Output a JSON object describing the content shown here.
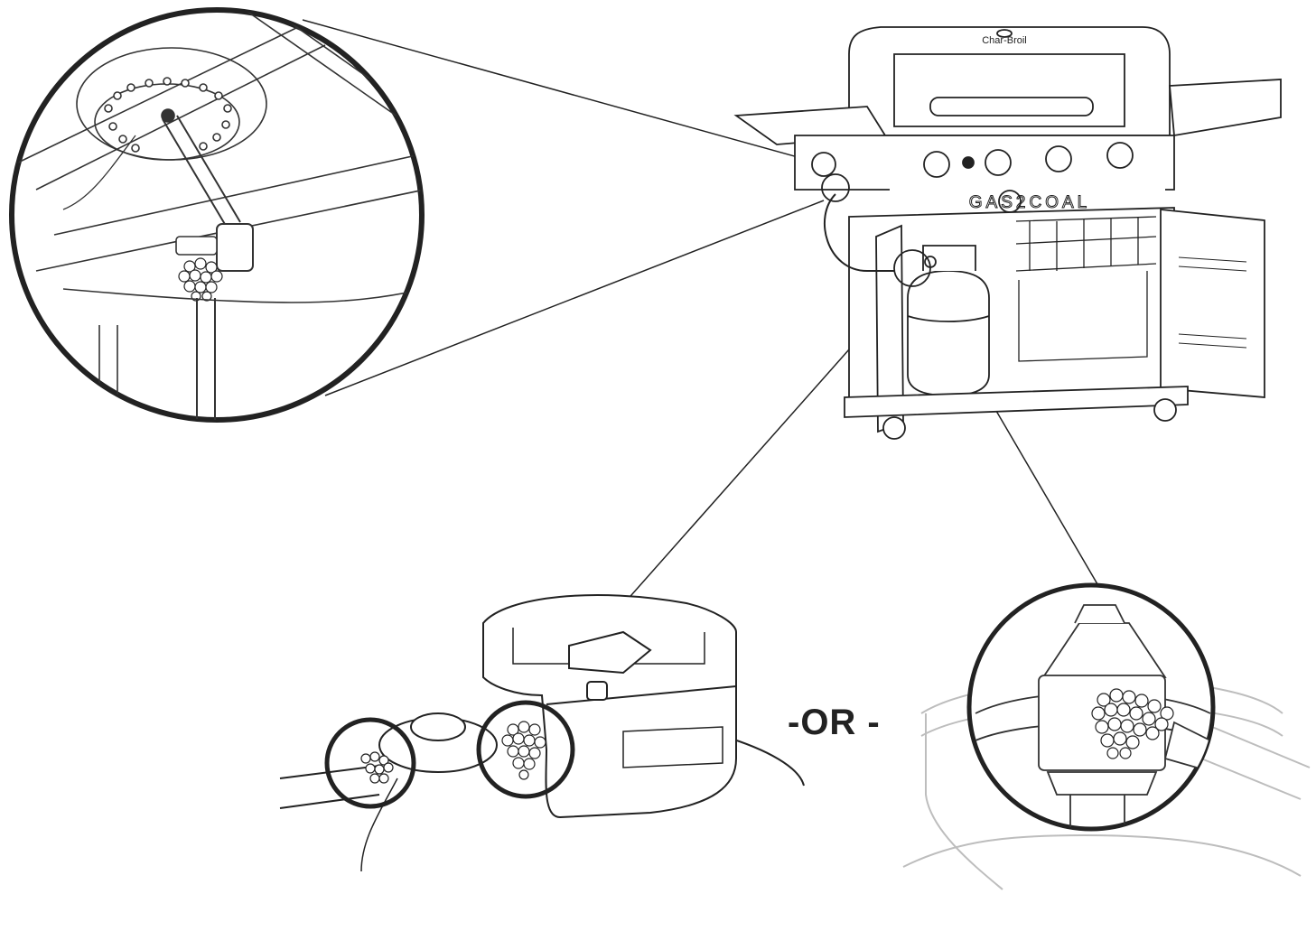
{
  "grill": {
    "brand_text": "Char-Broil",
    "panel_text": "GAS2COAL",
    "panel_parts": [
      "G",
      "A",
      "S",
      "2",
      "C",
      "O",
      "A",
      "L"
    ]
  },
  "separator": {
    "or_label": "-OR -"
  },
  "colors": {
    "line": "#222222",
    "light_line": "#bdbdbd",
    "fill": "#ffffff"
  }
}
